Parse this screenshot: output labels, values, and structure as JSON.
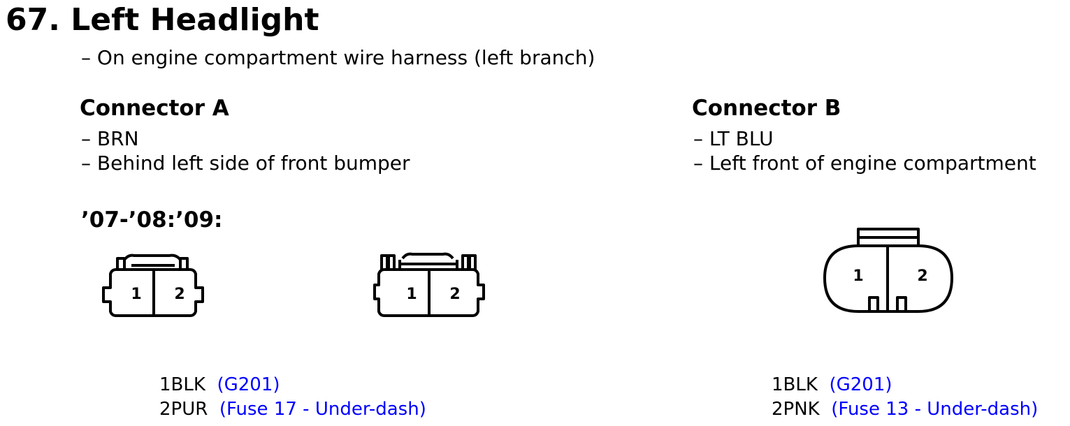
{
  "title": "67. Left Headlight",
  "location": "– On engine compartment wire harness (left branch)",
  "connector_a": {
    "heading": "Connector A",
    "lines": [
      "– BRN",
      "– Behind left side of front bumper"
    ],
    "years": "’07-’08:’09:",
    "pins": [
      {
        "num": "1",
        "wire": "BLK",
        "ref": "(G201)"
      },
      {
        "num": "2",
        "wire": "PUR",
        "ref": "(Fuse 17 - Under-dash)"
      }
    ],
    "cavity_labels": [
      "1",
      "2"
    ]
  },
  "connector_b": {
    "heading": "Connector B",
    "lines": [
      "– LT BLU",
      "– Left front of engine compartment"
    ],
    "pins": [
      {
        "num": "1",
        "wire": "BLK",
        "ref": "(G201)"
      },
      {
        "num": "2",
        "wire": "PNK",
        "ref": "(Fuse 13 - Under-dash)"
      }
    ],
    "cavity_labels": [
      "1",
      "2"
    ]
  },
  "colors": {
    "text": "#000000",
    "link": "#0000ff",
    "background": "#ffffff"
  }
}
